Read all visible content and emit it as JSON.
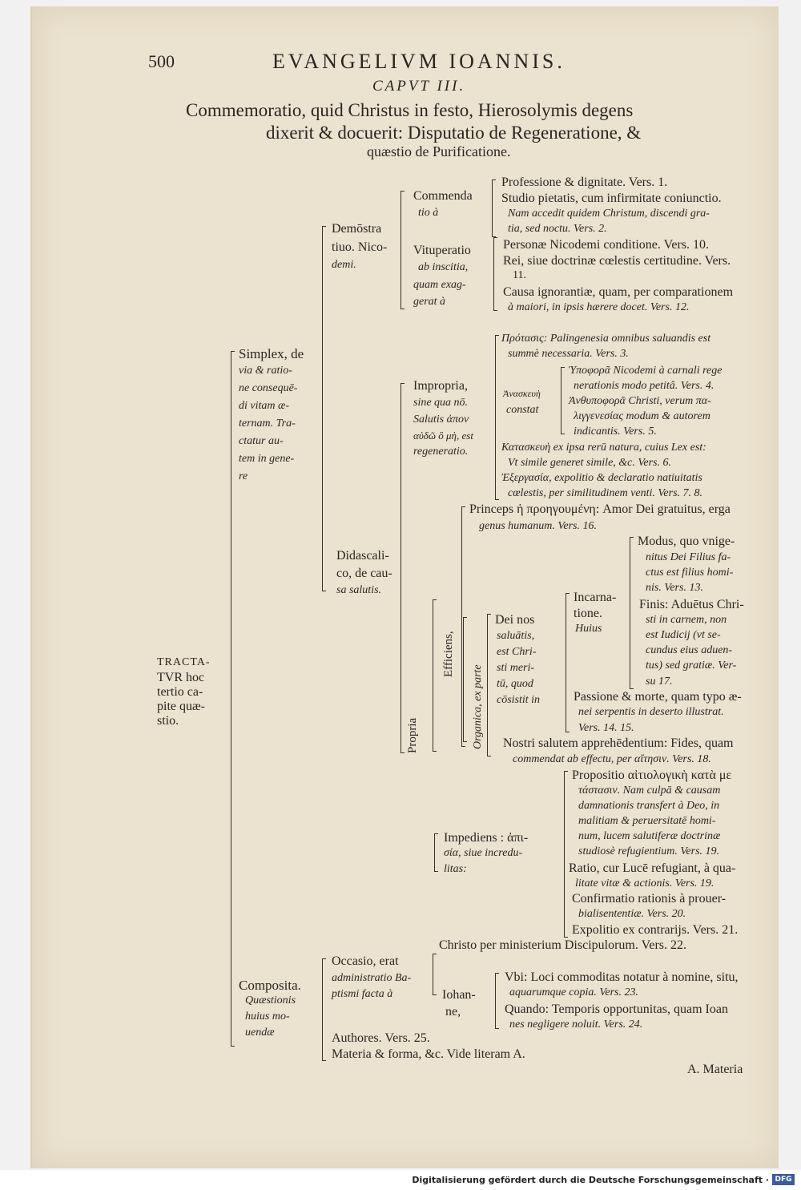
{
  "header": {
    "page_number": "500",
    "running_title": "EVANGELIVM IOANNIS.",
    "chapter": "CAPVT III.",
    "summary_lines": [
      "Commemoratio, quid Christus in festo, Hierosolymis degens",
      "dixerit & docuerit: Disputatio de Regeneratione, &",
      "quæstio de Purificatione."
    ]
  },
  "root": [
    "TRACTA-",
    "TVR hoc",
    "tertio ca-",
    "pite quæ-",
    "stio."
  ],
  "simplex": [
    "Simplex, de",
    "via & ratio-",
    "ne consequē-",
    "di vitam æ-",
    "ternam. Tra-",
    "ctatur au-",
    "tem in gene-",
    "re"
  ],
  "demonstrativo": [
    "Demōstra",
    "tiuo. Nico-",
    "demi."
  ],
  "commenda": [
    "Commenda",
    "tio à"
  ],
  "commenda_items": [
    "Professione & dignitate. Vers. 1.",
    "Studio pietatis, cum infirmitate coniunctio.",
    "Nam accedit quidem Christum, discendi gra-",
    "tia, sed noctu. Vers. 2."
  ],
  "vituperatio": [
    "Vituperatio",
    "ab inscitia,",
    "quam exag-",
    "gerat à"
  ],
  "vituperatio_items": [
    "Personæ Nicodemi conditione. Vers. 10.",
    "Rei, siue doctrinæ cœlestis certitudine. Vers.",
    "11.",
    "Causa ignorantiæ, quam, per comparationem",
    "à maiori, in ipsis hærere docet. Vers. 12."
  ],
  "didascalico": [
    "Didascali-",
    "co, de cau-",
    "sa salutis."
  ],
  "impropria": [
    "Impropria,",
    "sine qua nō.",
    "Salutis ἀπον",
    "αὐδῶ ὃ μὴ, est",
    "regeneratio."
  ],
  "impropria_items": [
    "Πρότασις: Palingenesia omnibus saluandis est",
    "summè necessaria. Vers. 3.",
    "Κατασκευὴ ex ipsa rerū natura, cuius Lex est:",
    "Vt simile generet simile, &c. Vers. 6.",
    "Ἐξεργασία, expolitio & declaratio natiuitatis",
    "cœlestis, per similitudinem venti. Vers. 7. 8."
  ],
  "anaskeue": [
    "Ἀνασκευὴ",
    "constat"
  ],
  "anaskeue_items": [
    "Ὑποφορᾶ Nicodemi à carnali rege",
    "nerationis modo petitâ. Vers. 4.",
    "Ἀνθυποφορᾶ Christi, verum πα-",
    "λιγγενεσίας modum & autorem",
    "indicantis. Vers. 5."
  ],
  "propria": "Propria",
  "efficiens": "Efficiens,",
  "organica": "Organica, ex parte",
  "princeps": [
    "Princeps ἡ προηγουμένη: Amor Dei gratuitus, erga",
    "genus humanum. Vers. 16."
  ],
  "dei_nos": [
    "Dei nos",
    "saluātis,",
    "est Chri-",
    "sti meri-",
    "tū, quod",
    "cōsistit in"
  ],
  "incarnatione": [
    "Incarna-",
    "tione.",
    "Huius"
  ],
  "modus": [
    "Modus, quo vnige-",
    "nitus Dei Filius fa-",
    "ctus est filius homi-",
    "nis. Vers. 13."
  ],
  "finis": [
    "Finis: Aduētus Chri-",
    "sti in carnem, non",
    "est Iudicij (vt se-",
    "cundus eius aduen-",
    "tus) sed gratiæ. Ver-",
    "su 17."
  ],
  "passione": [
    "Passione & morte, quam typo æ-",
    "nei serpentis in deserto illustrat.",
    "Vers. 14. 15."
  ],
  "nostri": [
    "Nostri salutem apprehēdentium: Fides, quam",
    "commendat ab effectu, per αἴτησιν. Vers. 18."
  ],
  "impediens": [
    "Impediens : ἀπι-",
    "σία, siue incredu-",
    "litas:"
  ],
  "impediens_items": [
    "Propositio αἰτιολογικὴ κατὰ με",
    "τάστασιν. Nam culpā & causam",
    "damnationis transfert à Deo, in",
    "malitiam & peruersitatē homi-",
    "num, lucem salutiferæ doctrinæ",
    "studiosè refugientium. Vers. 19.",
    "Ratio, cur Lucē refugiant, à qua-",
    "litate vitæ & actionis. Vers. 19.",
    "Confirmatio rationis à prouer-",
    "bialisententiæ. Vers. 20.",
    "Expolitio ex contrarijs. Vers. 21."
  ],
  "christo": "Christo per ministerium Discipulorum. Vers. 22.",
  "composita": [
    "Composita.",
    "Quæstionis",
    "huius mo-",
    "uendæ"
  ],
  "occasio": [
    "Occasio, erat",
    "administratio Ba-",
    "ptismi facta à"
  ],
  "iohanne": [
    "Iohan-",
    "ne,"
  ],
  "ubi": [
    "Vbi: Loci commoditas notatur à nomine, situ,",
    "aquarumque copia. Vers. 23."
  ],
  "quando": [
    "Quando: Temporis opportunitas, quam Ioan",
    "nes negligere noluit. Vers. 24."
  ],
  "authores": "Authores. Vers. 25.",
  "materia": "Materia & forma, &c. Vide literam A.",
  "catchword": "A. Materia",
  "footer": {
    "credit": "Digitalisierung gefördert durch die Deutsche Forschungsgemeinschaft ·",
    "badge": "DFG"
  }
}
